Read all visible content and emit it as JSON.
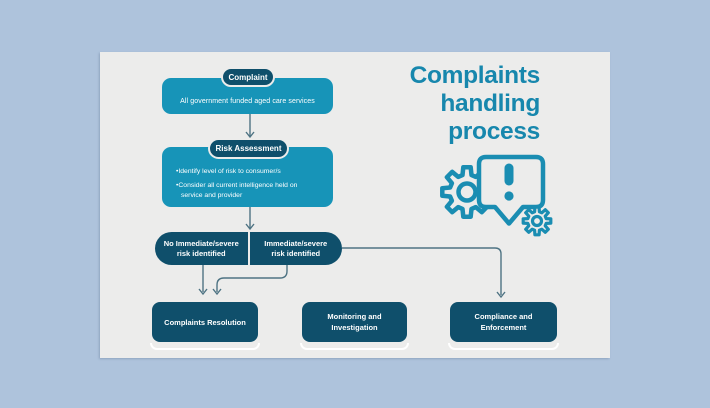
{
  "colors": {
    "page_bg": "#aec3dc",
    "card_bg": "#ececeb",
    "teal": "#1794b8",
    "navy": "#0f4f6b",
    "title": "#1787ad",
    "icon": "#1a8db2",
    "connector": "#4e7383",
    "text_on_dark": "#ffffff"
  },
  "title": {
    "text": "Complaints\nhandling\nprocess"
  },
  "flowchart": {
    "complaint": {
      "label": "Complaint",
      "description": "All government funded aged care services"
    },
    "risk_assessment": {
      "label": "Risk Assessment",
      "bullets": [
        "•Identify level of risk to consumer/s",
        "•Consider all current intelligence held on service and provider"
      ]
    },
    "decision": {
      "left": "No Immediate/severe\nrisk identified",
      "right": "Immediate/severe\nrisk identified"
    },
    "outcomes": [
      "Complaints Resolution",
      "Monitoring and\nInvestigation",
      "Compliance and\nEnforcement"
    ]
  },
  "icon": {
    "name": "speech-bubble-exclamation-with-gears"
  }
}
